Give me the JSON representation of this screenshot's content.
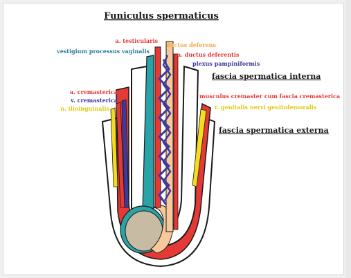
{
  "title": "Funiculus spermaticus",
  "colors": {
    "red": "#e53935",
    "dark_red": "#c62828",
    "teal": "#2aa3a8",
    "orange": "#f7a64a",
    "blue": "#3d3a9e",
    "navy": "#1e2a78",
    "yellow": "#f4dd1a",
    "peach": "#f6c89a",
    "pink": "#f28d8d",
    "tan": "#c8bba4",
    "black": "#1a1a1a"
  },
  "labels": {
    "a_testicularis": "a. testicularis",
    "ductus_deferens": "ductus deferens",
    "vestigium": "vestigium processus vaginalis",
    "a_ductus_deferentis": "a. ductus deferentis",
    "plexus_pampiniformis": "plexus pampiniformis",
    "fascia_interna": "fascia spermatica interna",
    "a_cremasterica": "a. cremasterica",
    "v_cremasterica": "v. cremasterica",
    "n_ilioinguinalis": "n. ilioinguinalis",
    "musculus_cremaster": "musculus cremaster cum fascia cremasterica",
    "r_genitalis": "r. genitalis nervi genitofemoralis",
    "fascia_externa": "fascia spermatica externa"
  }
}
